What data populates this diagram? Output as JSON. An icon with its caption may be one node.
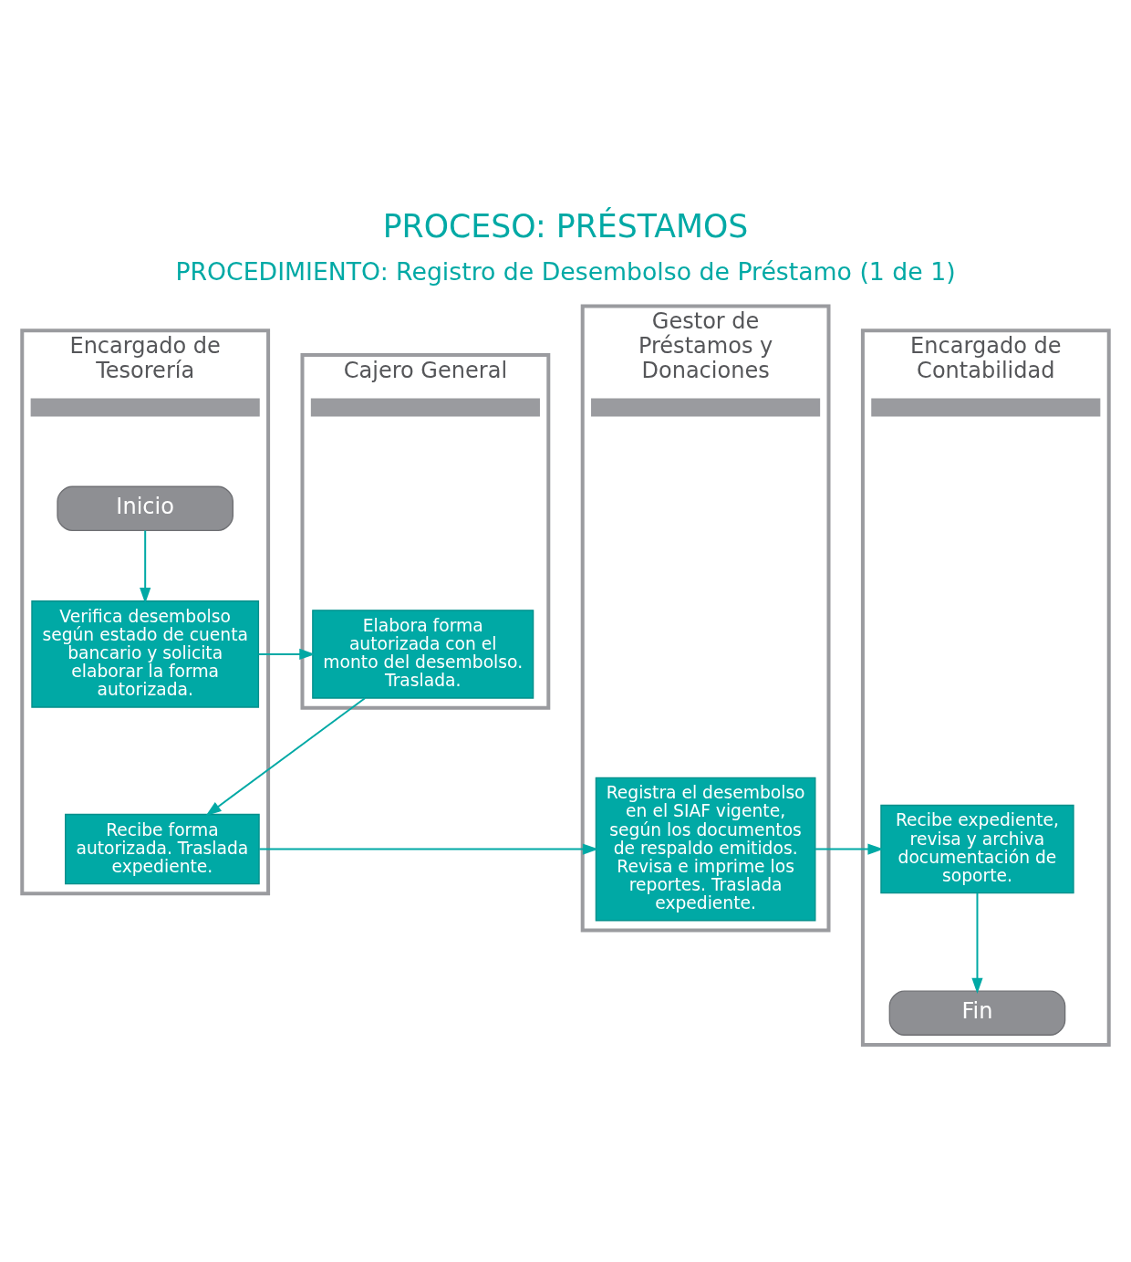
{
  "diagram": {
    "title": "PROCESO: PRÉSTAMOS",
    "nodes": [
      {
        "text": [
          "Encargado de Tesorería"
        ]
      },
      {
        "text": [
          "Cajero General"
        ]
      },
      {
        "text": [
          "Gestor de Préstamos y Donaciones"
        ]
      },
      {
        "text": [
          "Encargado de Contabilidad"
        ]
      },
      {
        "text": [
          "Inicio"
        ],
        "in": 0
      },
      {
        "text": [
          "Verifica desembolso según estado de cuenta bancario y solicita elaborar la forma autorizada."
        ],
        "in": 0
      },
      {
        "text": [
          "Elabora forma autorizada con el monto del desembolso. Traslada."
        ],
        "in": 1
      },
      {
        "text": [
          "Recibe forma autorizada. Traslada expediente."
        ],
        "in": 0
      },
      {
        "text": [
          "Registra el desembolso  en el SIAF vigente, según los documentos de respaldo emitidos. Revisa e imprime los reportes. Traslada expediente."
        ],
        "in": 2
      },
      {
        "text": [
          "Recibe expediente, revisa y archiva documentación de soporte."
        ],
        "in": 3
      },
      {
        "text": [
          "Fin"
        ],
        "in": 3
      }
    ],
    "edges": [
      {
        "from": 4,
        "to": 5,
        "arrow": "to"
      },
      {
        "from": 5,
        "to": 6,
        "arrow": "to"
      },
      {
        "from": 6,
        "to": 7,
        "arrow": "to"
      },
      {
        "from": 7,
        "to": 8,
        "arrow": "to"
      },
      {
        "from": 8,
        "to": 9,
        "arrow": "to"
      },
      {
        "from": 9,
        "to": 10,
        "arrow": "to"
      }
    ],
    "labels": [
      "PROCEDIMIENTO: Registro de Desembolso de Préstamo (1 de 1)"
    ]
  }
}
